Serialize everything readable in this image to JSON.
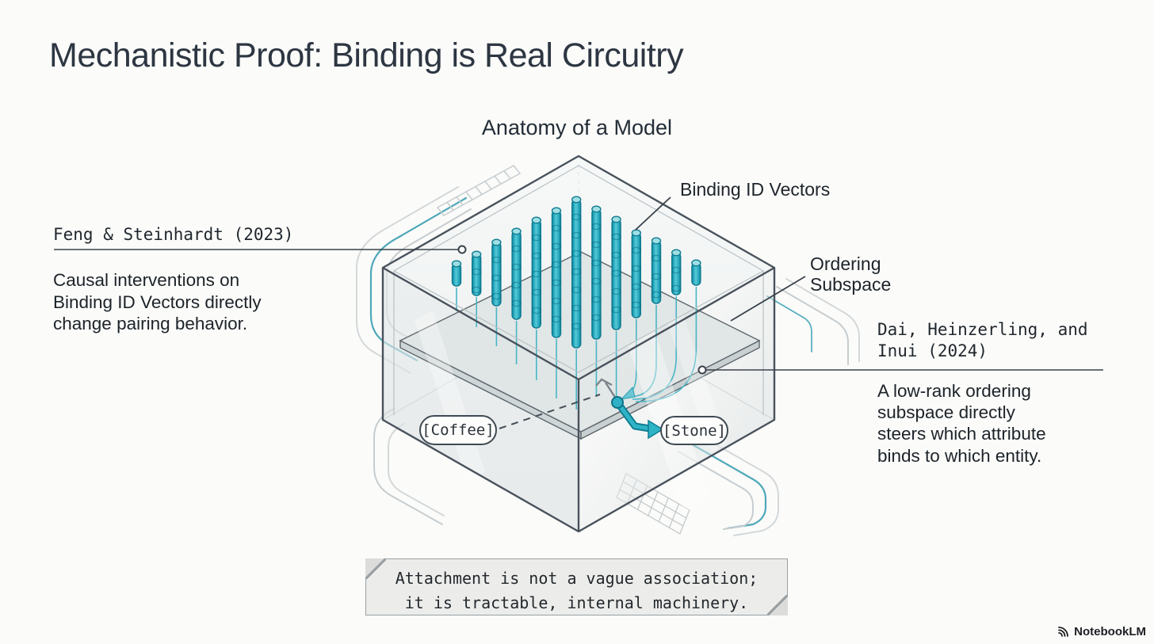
{
  "slide": {
    "title": "Mechanistic Proof: Binding is Real Circuitry",
    "diagram_title": "Anatomy of a Model",
    "labels": {
      "binding": "Binding ID Vectors",
      "ordering": [
        "Ordering",
        "Subspace"
      ]
    },
    "citations": [
      {
        "heading": [
          "Feng & Steinhardt (2023)"
        ],
        "lines": [
          "Causal interventions on",
          "Binding ID Vectors directly",
          "change pairing behavior."
        ]
      },
      {
        "heading": [
          "Dai, Heinzerling, and",
          "Inui (2024)"
        ],
        "lines": [
          "A low-rank ordering",
          "subspace directly",
          "steers which attribute",
          "binds to which entity."
        ]
      }
    ],
    "tokens": {
      "entity": "[Coffee]",
      "attribute": "[Stone]"
    },
    "caption": {
      "lines": [
        "Attachment is not a vague association;",
        "it is tractable, internal machinery."
      ]
    },
    "branding": "NotebookLM",
    "icons": {
      "logo": "notebooklm-wave-icon"
    },
    "colors": {
      "accent_teal": "#2FB3C6",
      "ink": "#2d3642",
      "trace_gray": "#c6cdd0",
      "glass": "#eef2f2"
    }
  }
}
